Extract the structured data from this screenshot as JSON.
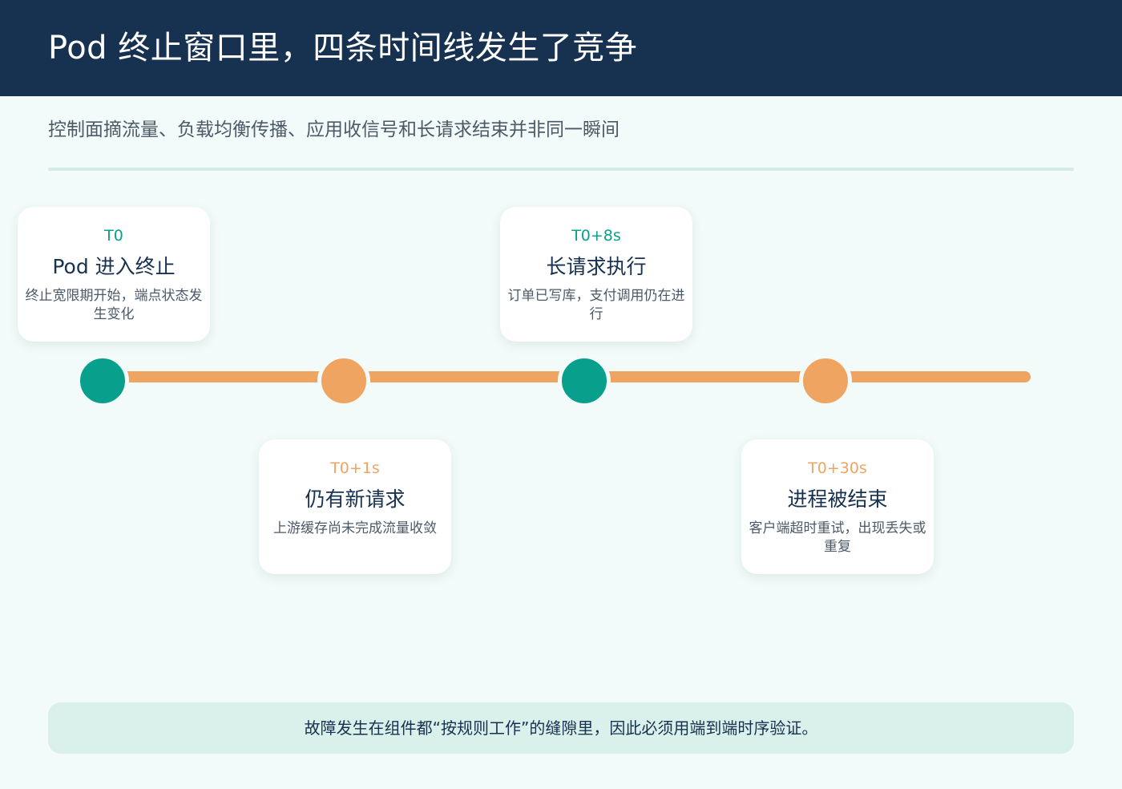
{
  "header": {
    "title": "Pod 终止窗口里，四条时间线发生了竞争"
  },
  "subtitle": "控制面摘流量、负载均衡传播、应用收信号和长请求结束并非同一瞬间",
  "colors": {
    "teal": "#08a08c",
    "orange": "#f0a462",
    "navy": "#173150"
  },
  "events": [
    {
      "time": "T0",
      "title": "Pod 进入终止",
      "desc": "终止宽限期开始，端点状态发生变化",
      "accent": "teal"
    },
    {
      "time": "T0+1s",
      "title": "仍有新请求",
      "desc": "上游缓存尚未完成流量收敛",
      "accent": "orange"
    },
    {
      "time": "T0+8s",
      "title": "长请求执行",
      "desc": "订单已写库，支付调用仍在进行",
      "accent": "teal"
    },
    {
      "time": "T0+30s",
      "title": "进程被结束",
      "desc": "客户端超时重试，出现丢失或重复",
      "accent": "orange"
    }
  ],
  "footer": {
    "note": "故障发生在组件都“按规则工作”的缝隙里，因此必须用端到端时序验证。"
  }
}
